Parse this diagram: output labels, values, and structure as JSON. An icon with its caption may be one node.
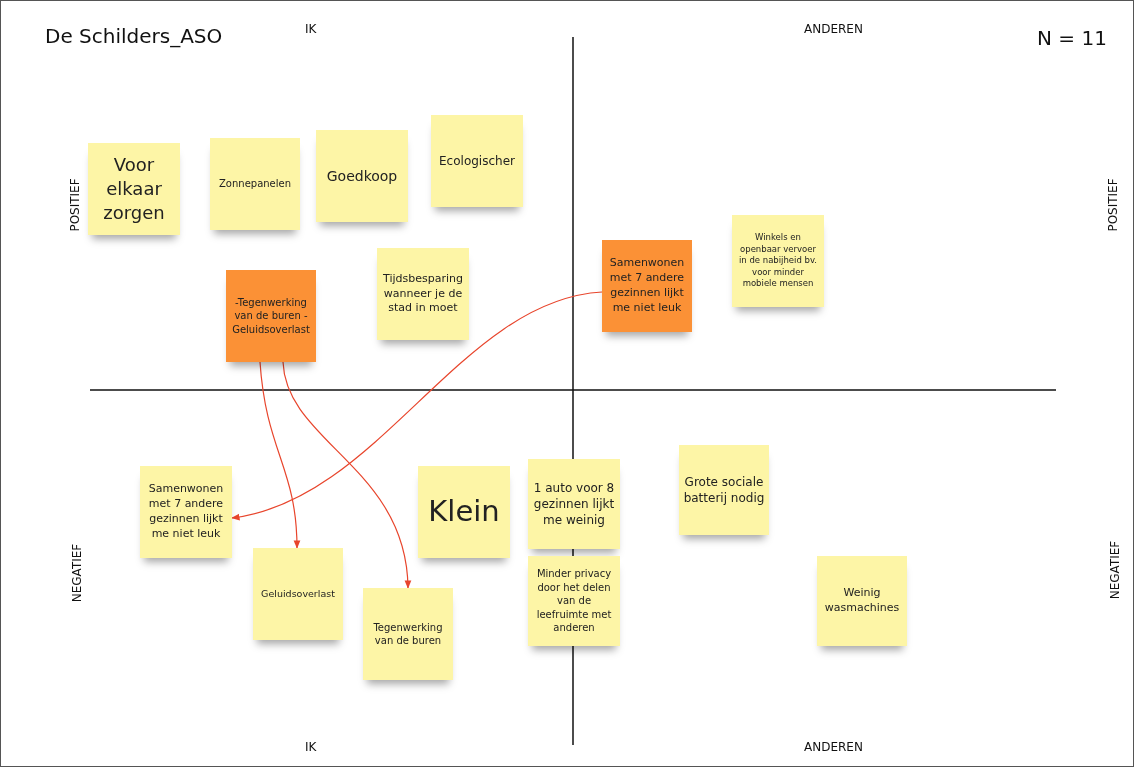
{
  "diagram": {
    "title": "De Schilders_ASO",
    "nodes": [
      {
        "text": [
          "Voor elkaar zorgen"
        ]
      },
      {
        "text": [
          "Zonnepanelen"
        ]
      },
      {
        "text": [
          "Goedkoop"
        ]
      },
      {
        "text": [
          "Ecologischer"
        ]
      },
      {
        "text": [
          "-Tegenwerking van de buren -Geluidsoverlast"
        ]
      },
      {
        "text": [
          "Tijdsbesparing wanneer je de stad in moet"
        ]
      },
      {
        "text": [
          "Samenwonen met 7 andere gezinnen lijkt me niet leuk"
        ]
      },
      {
        "text": [
          "Winkels en openbaar vervoer in de nabijheid bv. voor minder mobiele mensen"
        ]
      },
      {
        "text": [
          "Samenwonen met 7 andere gezinnen lijkt me niet leuk"
        ]
      },
      {
        "text": [
          "Klein"
        ]
      },
      {
        "text": [
          "1 auto voor 8 gezinnen lijkt me weinig"
        ]
      },
      {
        "text": [
          "Grote sociale batterij nodig"
        ]
      },
      {
        "text": [
          "Geluidsoverlast"
        ]
      },
      {
        "text": [
          "Minder privacy door het delen van de leefruimte met anderen"
        ]
      },
      {
        "text": [
          "Tegenwerking van de buren"
        ]
      },
      {
        "text": [
          "Weinig wasmachines"
        ]
      }
    ],
    "edges": [
      {
        "from": 4,
        "to": 12,
        "arrow": "to"
      },
      {
        "from": 4,
        "to": 14,
        "arrow": "to"
      },
      {
        "from": 6,
        "to": 8,
        "arrow": "to"
      }
    ],
    "labels": [
      "IK",
      "ANDEREN",
      "N = 11",
      "POSITIEF",
      "POSITIEF",
      "NEGATIEF",
      "NEGATIEF",
      "IK",
      "ANDEREN"
    ]
  }
}
